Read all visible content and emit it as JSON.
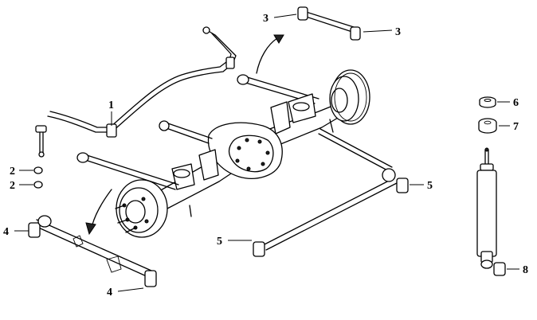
{
  "labels": {
    "l1": "1",
    "l2a": "2",
    "l2b": "2",
    "l3a": "3",
    "l3b": "3",
    "l4a": "4",
    "l4b": "4",
    "l5a": "5",
    "l5b": "5",
    "l6": "6",
    "l7": "7",
    "l8": "8"
  }
}
